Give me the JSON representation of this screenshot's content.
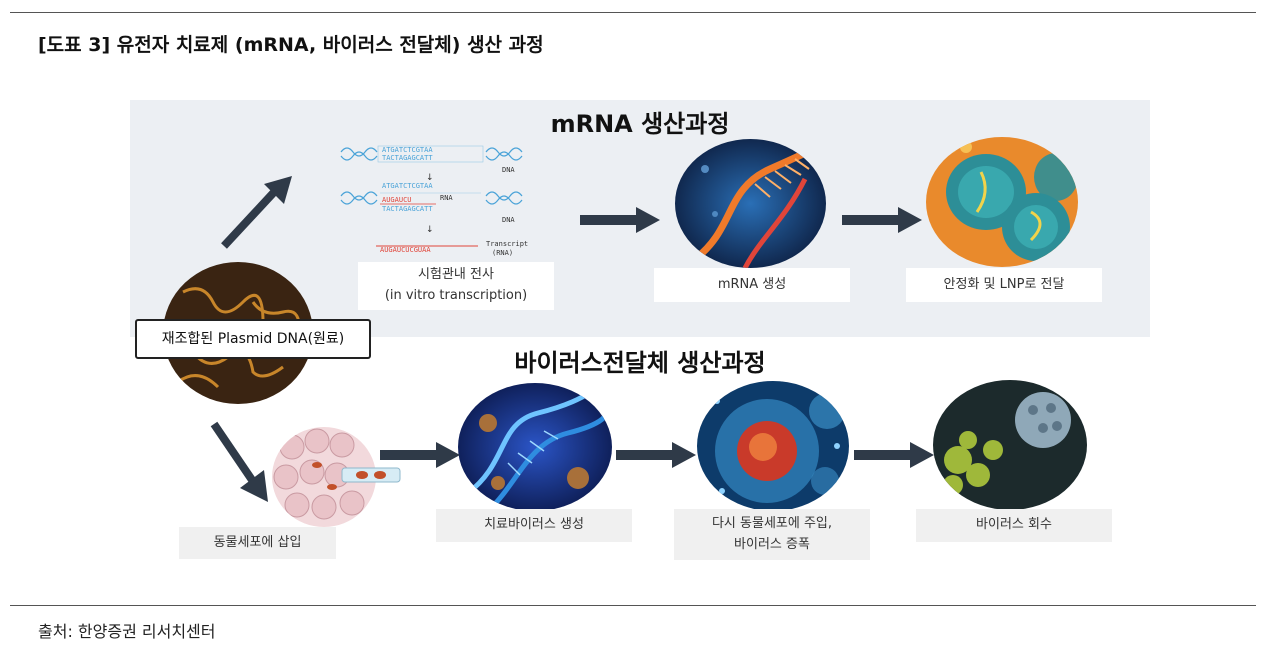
{
  "header": {
    "title": "[도표 3] 유전자 치료제 (mRNA, 바이러스 전달체) 생산 과정"
  },
  "mrna_section": {
    "title": "mRNA 생산과정",
    "steps": [
      {
        "line1": "시험관내 전사",
        "line2": "(in vitro transcription)"
      },
      {
        "line1": "mRNA 생성"
      },
      {
        "line1": "안정화 및 LNP로 전달"
      }
    ],
    "dna_diagram": {
      "seq_top": "ATGATCTCGTAA",
      "seq_bottom": "TACTAGAGCATT",
      "rna_seq": "AUGAUCU",
      "transcript_seq": "AUGAUCUCGUAA",
      "label_dna": "DNA",
      "label_rna": "RNA",
      "label_transcript": "Transcript",
      "label_transcript_sub": "(RNA)"
    }
  },
  "source_material": {
    "label": "재조합된 Plasmid DNA(원료)"
  },
  "virus_section": {
    "title": "바이러스전달체 생산과정",
    "steps": [
      {
        "line1": "동물세포에 삽입"
      },
      {
        "line1": "치료바이러스 생성"
      },
      {
        "line1": "다시 동물세포에 주입,",
        "line2": "바이러스 증폭"
      },
      {
        "line1": "바이러스 회수"
      }
    ]
  },
  "footer": {
    "source": "출처:  한양증권 리서치센터"
  },
  "colors": {
    "panel": "#eceff3",
    "arrow": "#2f3a48",
    "rna_red": "#e0453a",
    "dna_blue": "#4aa3d8"
  }
}
